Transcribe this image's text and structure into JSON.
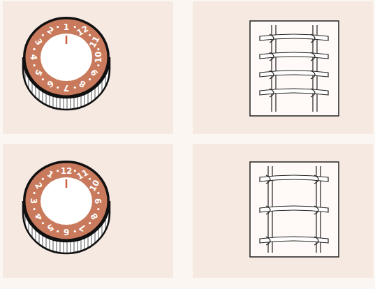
{
  "diagram": {
    "labels": [
      "1",
      "12",
      "11",
      "10",
      "9",
      "8",
      "7",
      "6",
      "5",
      "4",
      "3",
      "2",
      "12",
      "11",
      "10",
      "9",
      "8",
      "7",
      "6",
      "5",
      "4",
      "3",
      "2",
      "1"
    ]
  }
}
